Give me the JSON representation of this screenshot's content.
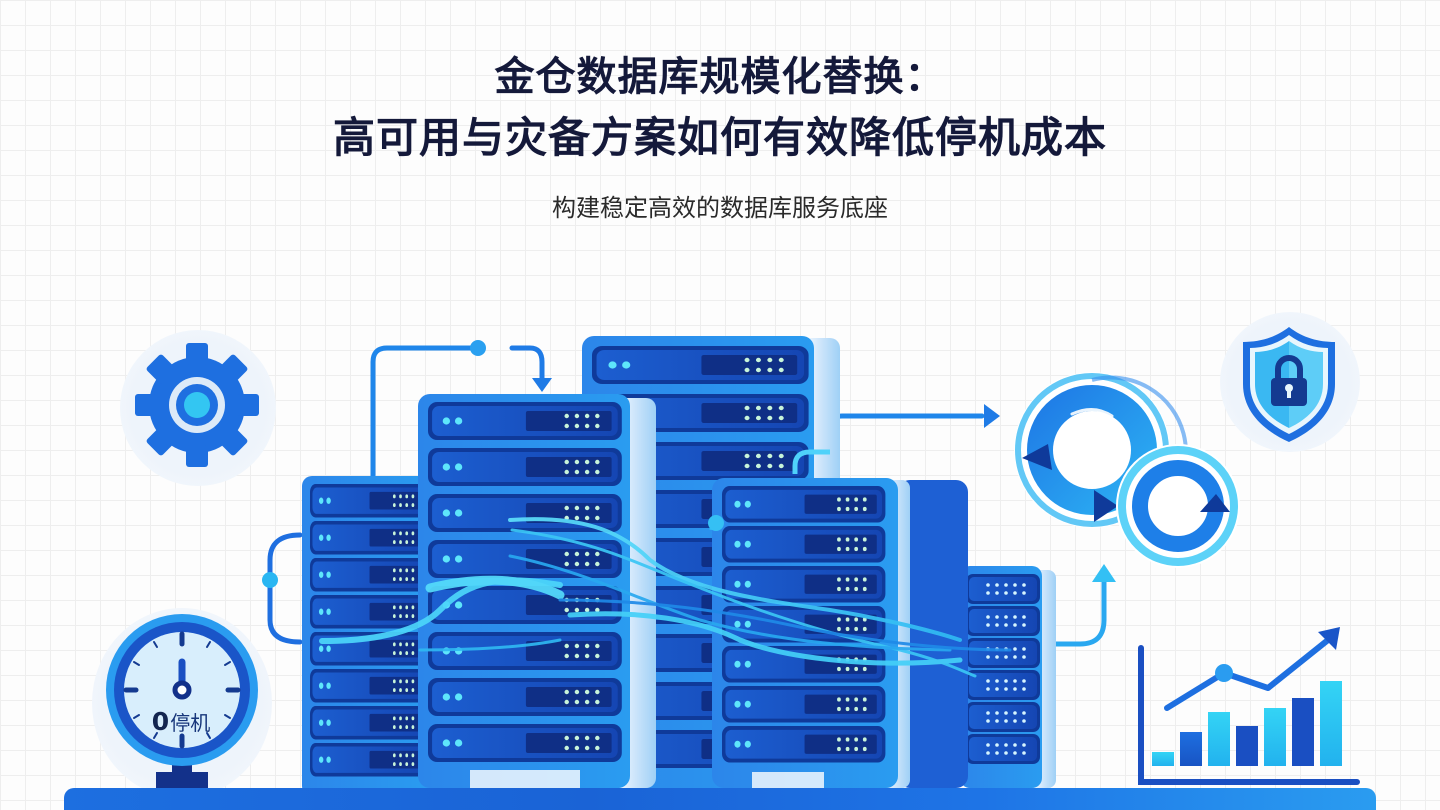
{
  "header": {
    "title_line1": "金仓数据库规模化替换：",
    "title_line2": "高可用与灾备方案如何有效降低停机成本",
    "subtitle": "构建稳定高效的数据库服务底座"
  },
  "illustration": {
    "gauge": {
      "value": "0",
      "label": "停机"
    },
    "icons": [
      "gear-icon",
      "shield-lock-icon",
      "sync-cycle-icon",
      "growth-chart-icon",
      "stopwatch-icon",
      "server-rack-icon"
    ],
    "mini_chart": {
      "bar_heights_relative": [
        15,
        34,
        53,
        40,
        56,
        66,
        82
      ]
    },
    "colors": {
      "primary": "#1a63d6",
      "dark": "#0d2f8a",
      "light": "#28c2f0",
      "pale": "#e8f2fc",
      "title": "#14193a"
    }
  }
}
